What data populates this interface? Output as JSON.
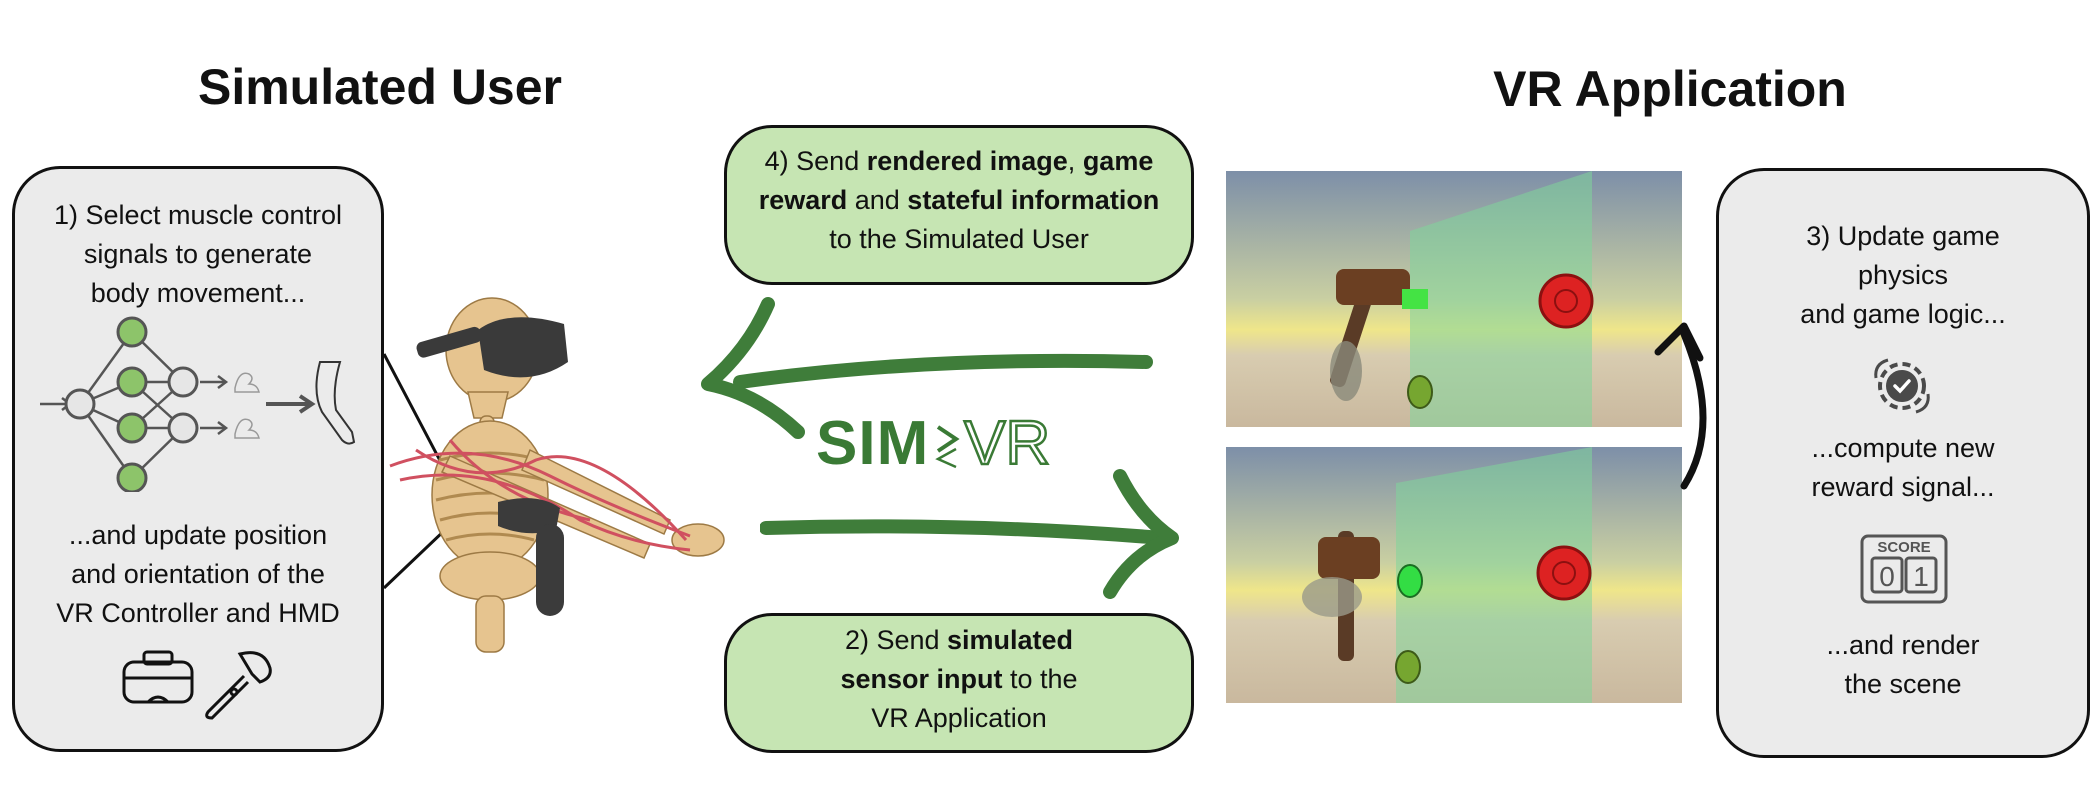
{
  "headings": {
    "simulated_user": "Simulated User",
    "vr_application": "VR Application"
  },
  "simulated_user_panel": {
    "step1": [
      "1) Select muscle control",
      "signals to generate",
      "body movement..."
    ],
    "step1b": [
      "...and update position",
      "and orientation of the",
      "VR Controller and HMD"
    ]
  },
  "step4_box": {
    "line1_prefix": "4) Send ",
    "line1_bold1": "rendered image",
    "line1_sep": ", ",
    "line1_bold2": "game",
    "line2_bold1": "reward",
    "line2_mid": " and ",
    "line2_bold2": "stateful information",
    "line3": "to the Simulated User"
  },
  "step2_box": {
    "line1_prefix": "2) Send ",
    "line1_bold": "simulated",
    "line2_bold": "sensor input",
    "line2_suffix": " to the",
    "line3": "VR Application"
  },
  "logo": {
    "part1": "SIM",
    "part2": "VR"
  },
  "vr_panel": {
    "step3": [
      "3) Update game",
      "physics",
      "and game logic..."
    ],
    "step3b": [
      "...compute new",
      "reward signal..."
    ],
    "step3c": [
      "...and render",
      "the scene"
    ],
    "score_label": "SCORE",
    "score_digits": [
      "0",
      "1"
    ]
  },
  "colors": {
    "green_box": "#c6e5b3",
    "grey_box": "#ebebeb",
    "arrow_green": "#3f7d3a",
    "logo_green": "#3a7a35",
    "node_green": "#8dc46a",
    "target_red": "#dd2222"
  },
  "icons": [
    "neural-network-icon",
    "muscle-icon",
    "arm-icon",
    "vr-headset-icon",
    "vr-controller-icon",
    "gear-check-icon",
    "scoreboard-icon"
  ]
}
